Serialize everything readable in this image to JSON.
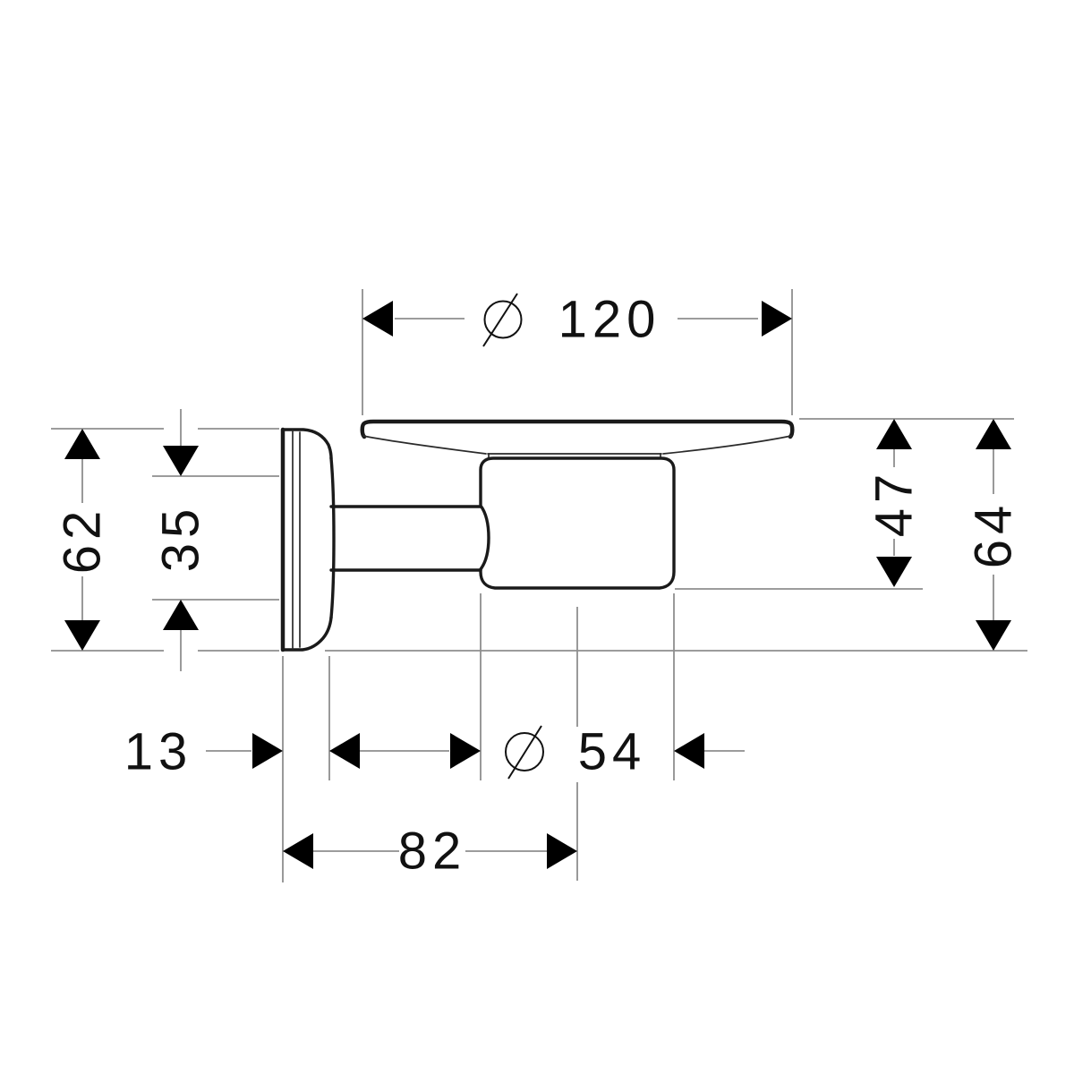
{
  "drawing": {
    "colors": {
      "background": "#ffffff",
      "object_line": "#1a1a1a",
      "dimension_line": "#8e8e8e",
      "annotation": "#111111"
    },
    "dimensions": {
      "dish_diameter": {
        "symbol": "⌀",
        "value": "120"
      },
      "plate_depth": {
        "value": "13"
      },
      "cup_diameter": {
        "symbol": "⌀",
        "value": "54"
      },
      "wall_to_cup_center": {
        "value": "82"
      },
      "plate_height": {
        "value": "62"
      },
      "boss_height": {
        "value": "35"
      },
      "top_to_cup_bottom": {
        "value": "47"
      },
      "top_to_plate_bottom": {
        "value": "64"
      }
    }
  }
}
